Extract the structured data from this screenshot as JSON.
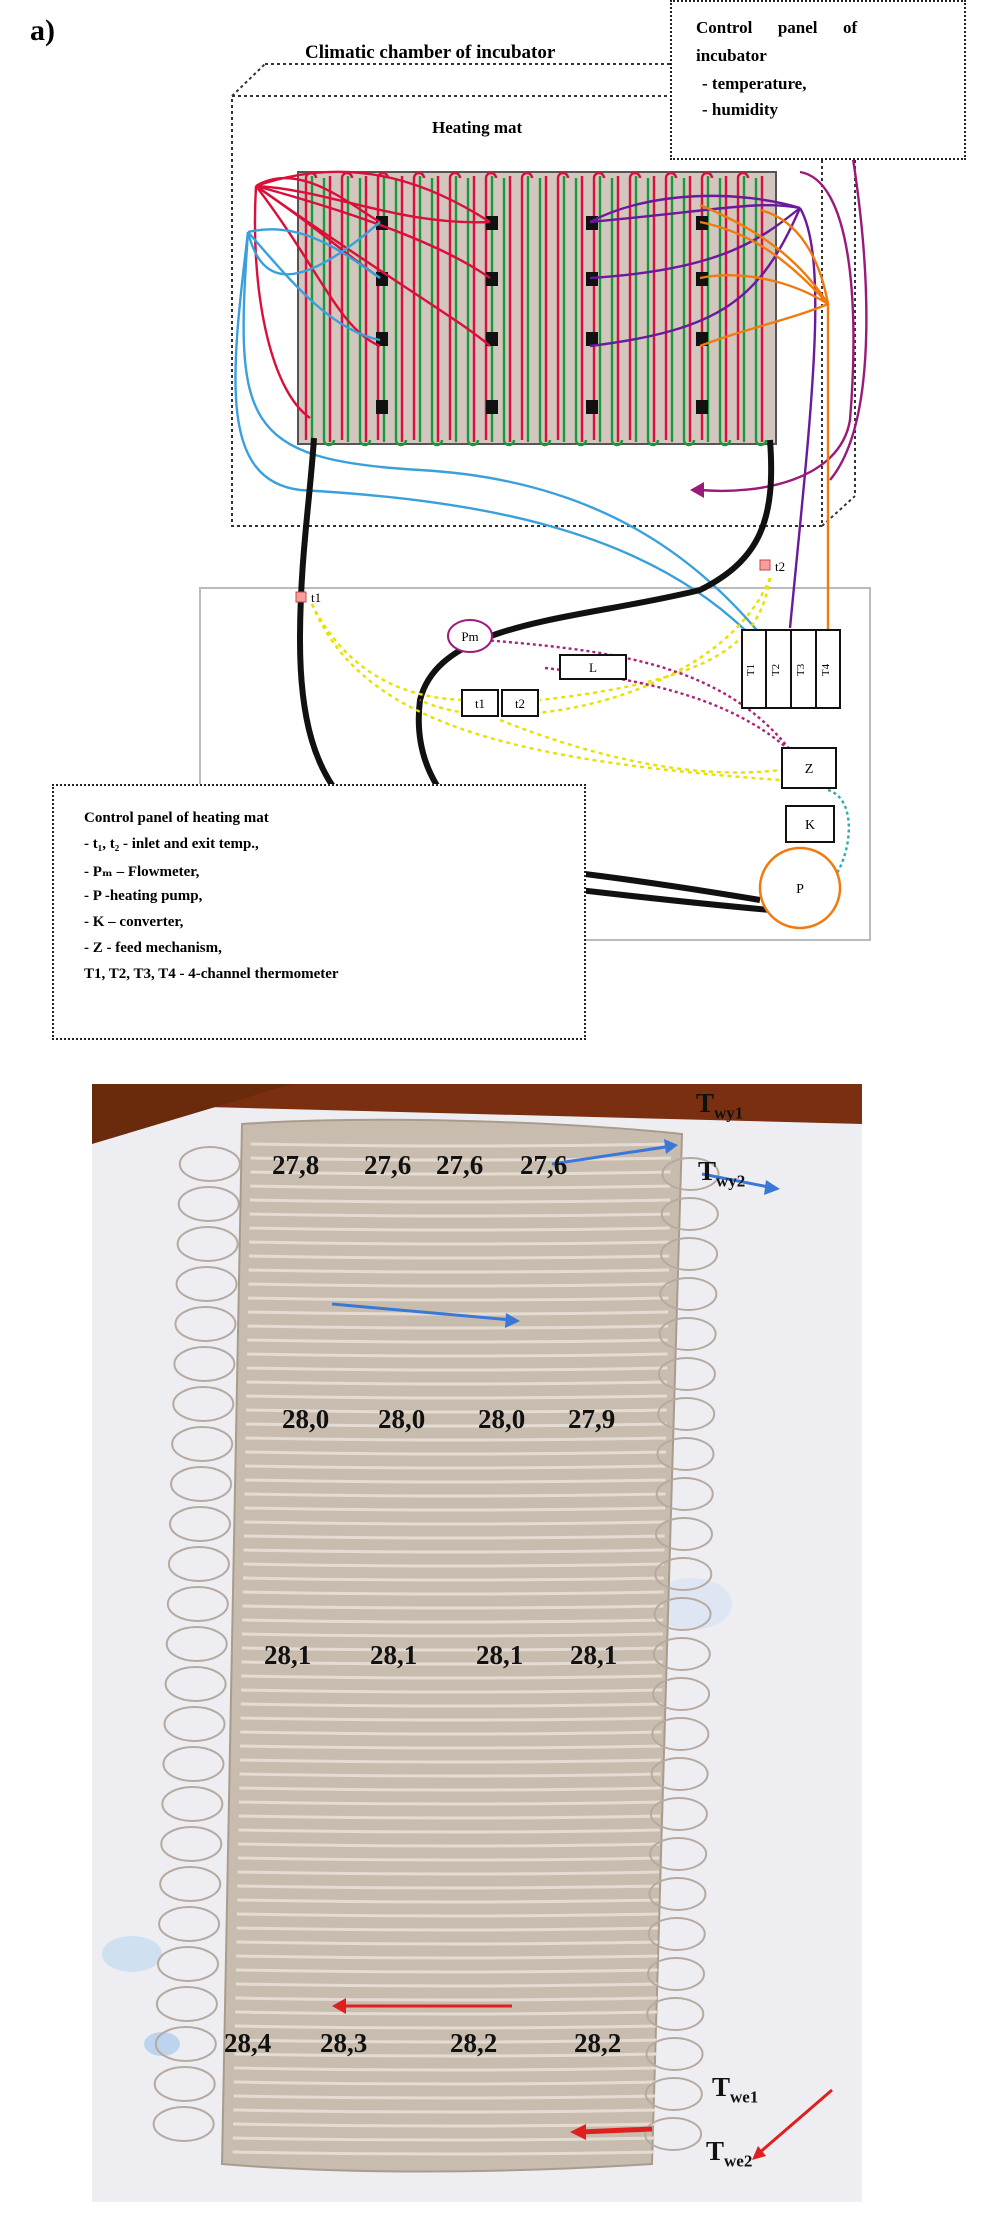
{
  "figure_label": "a)",
  "chamber_title": "Climatic chamber  of incubator",
  "heating_mat_label": "Heating mat",
  "incubator_panel": {
    "lines": [
      "Control      panel      of",
      "incubator",
      "- temperature,",
      "- humidity"
    ]
  },
  "heating_panel": {
    "lines": [
      "Control panel of heating mat",
      "- t₁, t₂  - inlet and exit temp.,",
      "- Pₘ – Flowmeter,",
      "- P -heating pump,",
      "- K – converter,",
      "- Z  - feed mechanism,",
      "T1, T2, T3, T4 - 4-channel thermometer"
    ]
  },
  "components": {
    "t1": "t1",
    "t2": "t2",
    "flowmeter": "Pm",
    "L": "L",
    "t1box": "t1",
    "t2box": "t2",
    "Z": "Z",
    "K": "K",
    "P": "P",
    "thermometer_channels": [
      "T1",
      "T2",
      "T3",
      "T4"
    ]
  },
  "photo": {
    "temperature_rows": [
      [
        "27,8",
        "27,6",
        "27,6",
        "27,6"
      ],
      [
        "28,0",
        "28,0",
        "28,0",
        "27,9"
      ],
      [
        "28,1",
        "28,1",
        "28,1",
        "28,1"
      ],
      [
        "28,4",
        "28,3",
        "28,2",
        "28,2"
      ]
    ],
    "t_out1": {
      "main": "T",
      "sub": "wy1"
    },
    "t_out2": {
      "main": "T",
      "sub": "wy2"
    },
    "t_in1": {
      "main": "T",
      "sub": "we1"
    },
    "t_in2": {
      "main": "T",
      "sub": "we2"
    }
  },
  "colors": {
    "red_pipe": "#d8103a",
    "green_pipe": "#1a9a3a",
    "blue": "#3aa0dc",
    "purple": "#6a1a9a",
    "orange": "#f07a10",
    "magenta": "#b0207a",
    "yellow_dashed": "#e8e000",
    "photo_bg": "#7a3010",
    "mat": "#c8bcae"
  }
}
